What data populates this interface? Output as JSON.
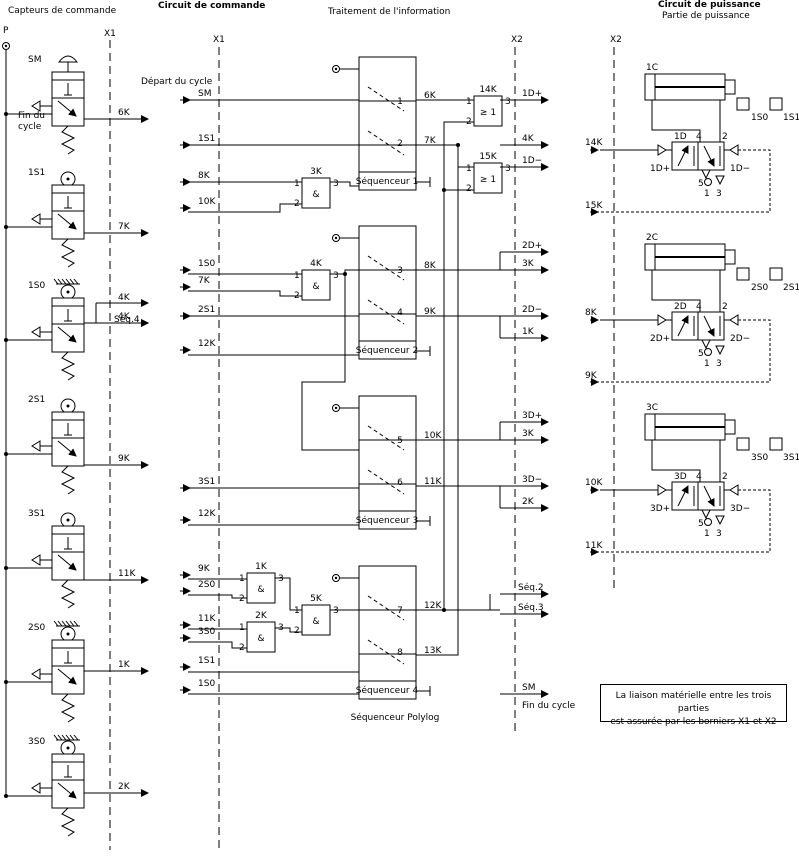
{
  "headers": {
    "capteurs": "Capteurs de commande",
    "circuit_commande": "Circuit de commande",
    "traitement": "Traitement de l'information",
    "circuit_puissance": "Circuit de puissance",
    "partie_puissance": "Partie de puissance"
  },
  "terminals": {
    "x1": "X1",
    "x2": "X2",
    "p": "P"
  },
  "sensors": [
    {
      "name": "SM",
      "type": "button",
      "output": "6K",
      "note1": "Fin du",
      "note2": "cycle"
    },
    {
      "name": "1S1",
      "type": "roller",
      "output": "7K"
    },
    {
      "name": "1S0",
      "type": "roller-actuated",
      "output": "4K",
      "output2": "Séq.4"
    },
    {
      "name": "2S1",
      "type": "roller",
      "output": "9K"
    },
    {
      "name": "3S1",
      "type": "roller",
      "output": "11K"
    },
    {
      "name": "2S0",
      "type": "roller-actuated",
      "output": "1K"
    },
    {
      "name": "3S0",
      "type": "roller-actuated",
      "output": "2K"
    }
  ],
  "logic": {
    "depart": "Départ du cycle",
    "fin_cycle": "Fin du cycle",
    "polylog": "Séquenceur Polylog",
    "and_symbol": "&",
    "or_symbol": "≥ 1",
    "gates": [
      {
        "name": "3K",
        "in1": "1",
        "in2": "2",
        "out": "3"
      },
      {
        "name": "4K",
        "in1": "1",
        "in2": "2",
        "out": "3"
      },
      {
        "name": "1K",
        "in1": "1",
        "in2": "2",
        "out": "3"
      },
      {
        "name": "2K",
        "in1": "1",
        "in2": "2",
        "out": "3"
      },
      {
        "name": "5K",
        "in1": "1",
        "in2": "2",
        "out": "3"
      },
      {
        "name": "14K",
        "in1": "1",
        "in2": "2",
        "out": "3"
      },
      {
        "name": "15K",
        "in1": "1",
        "in2": "2",
        "out": "3"
      }
    ],
    "sequencers": [
      {
        "label": "Séquenceur 1",
        "steps": [
          "1",
          "2"
        ]
      },
      {
        "label": "Séquenceur 2",
        "steps": [
          "3",
          "4"
        ]
      },
      {
        "label": "Séquenceur 3",
        "steps": [
          "5",
          "6"
        ]
      },
      {
        "label": "Séquenceur 4",
        "steps": [
          "7",
          "8"
        ]
      }
    ],
    "inputs": [
      "SM",
      "1S1",
      "8K",
      "10K",
      "1S0",
      "7K",
      "2S1",
      "12K",
      "3S1",
      "12K",
      "9K",
      "2S0",
      "11K",
      "3S0",
      "1S1",
      "1S0"
    ],
    "step_outputs": [
      "6K",
      "7K",
      "8K",
      "9K",
      "10K",
      "11K",
      "12K",
      "13K"
    ],
    "outputs": [
      "1D+",
      "4K",
      "1D−",
      "2D+",
      "3K",
      "2D−",
      "1K",
      "3D+",
      "3K",
      "3D−",
      "2K",
      "Séq.2",
      "Séq.3",
      "SM"
    ]
  },
  "power": [
    {
      "cyl": "1C",
      "s0": "1S0",
      "s1": "1S1",
      "dplus": "1D+",
      "dminus": "1D−",
      "d": "1D",
      "in_a": "14K",
      "in_b": "15K"
    },
    {
      "cyl": "2C",
      "s0": "2S0",
      "s1": "2S1",
      "dplus": "2D+",
      "dminus": "2D−",
      "d": "2D",
      "in_a": "8K",
      "in_b": "9K"
    },
    {
      "cyl": "3C",
      "s0": "3S0",
      "s1": "3S1",
      "dplus": "3D+",
      "dminus": "3D−",
      "d": "3D",
      "in_a": "10K",
      "in_b": "11K"
    }
  ],
  "ports": {
    "p2": "2",
    "p4": "4",
    "p5": "5",
    "p1": "1",
    "p3": "3"
  },
  "note": {
    "line1": "La liaison matérielle entre les trois parties",
    "line2": "est assurée par les borniers X1 et X2"
  }
}
